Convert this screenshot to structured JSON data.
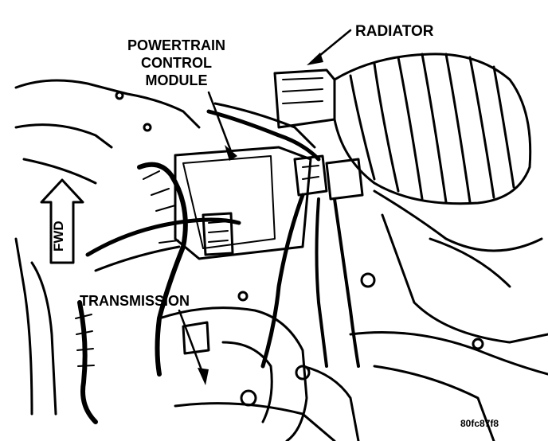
{
  "labels": {
    "pcm_line1": "POWERTRAIN",
    "pcm_line2": "CONTROL",
    "pcm_line3": "MODULE",
    "radiator": "RADIATOR",
    "transmission": "TRANSMISSION",
    "fwd": "FWD",
    "figure_code": "80fc87f8"
  },
  "colors": {
    "ink": "#000000",
    "paper": "#ffffff"
  }
}
